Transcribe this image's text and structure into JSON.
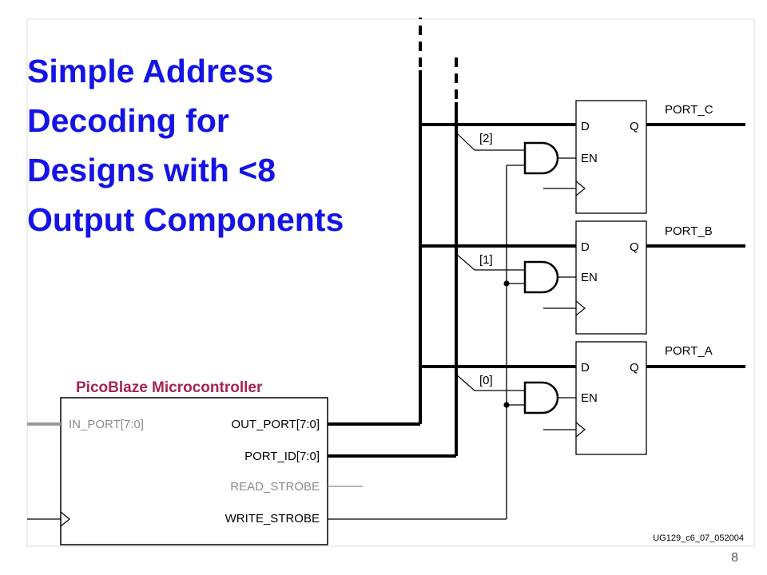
{
  "slide": {
    "title_lines": [
      "Simple Address",
      "Decoding for",
      "Designs with <8",
      "Output Components"
    ],
    "page_number": "8"
  },
  "colors": {
    "title": "#1414e6",
    "block_title": "#a8244e",
    "inactive_signal": "#8a8a8a"
  },
  "diagram": {
    "microcontroller": {
      "title": "PicoBlaze Microcontroller",
      "ports": {
        "in_port": "IN_PORT[7:0]",
        "out_port": "OUT_PORT[7:0]",
        "port_id": "PORT_ID[7:0]",
        "read_strobe": "READ_STROBE",
        "write_strobe": "WRITE_STROBE"
      }
    },
    "registers": [
      {
        "output": "PORT_C",
        "select_bit": "[2]",
        "d": "D",
        "q": "Q",
        "en": "EN"
      },
      {
        "output": "PORT_B",
        "select_bit": "[1]",
        "d": "D",
        "q": "Q",
        "en": "EN"
      },
      {
        "output": "PORT_A",
        "select_bit": "[0]",
        "d": "D",
        "q": "Q",
        "en": "EN"
      }
    ],
    "figure_id": "UG129_c6_07_052004"
  }
}
